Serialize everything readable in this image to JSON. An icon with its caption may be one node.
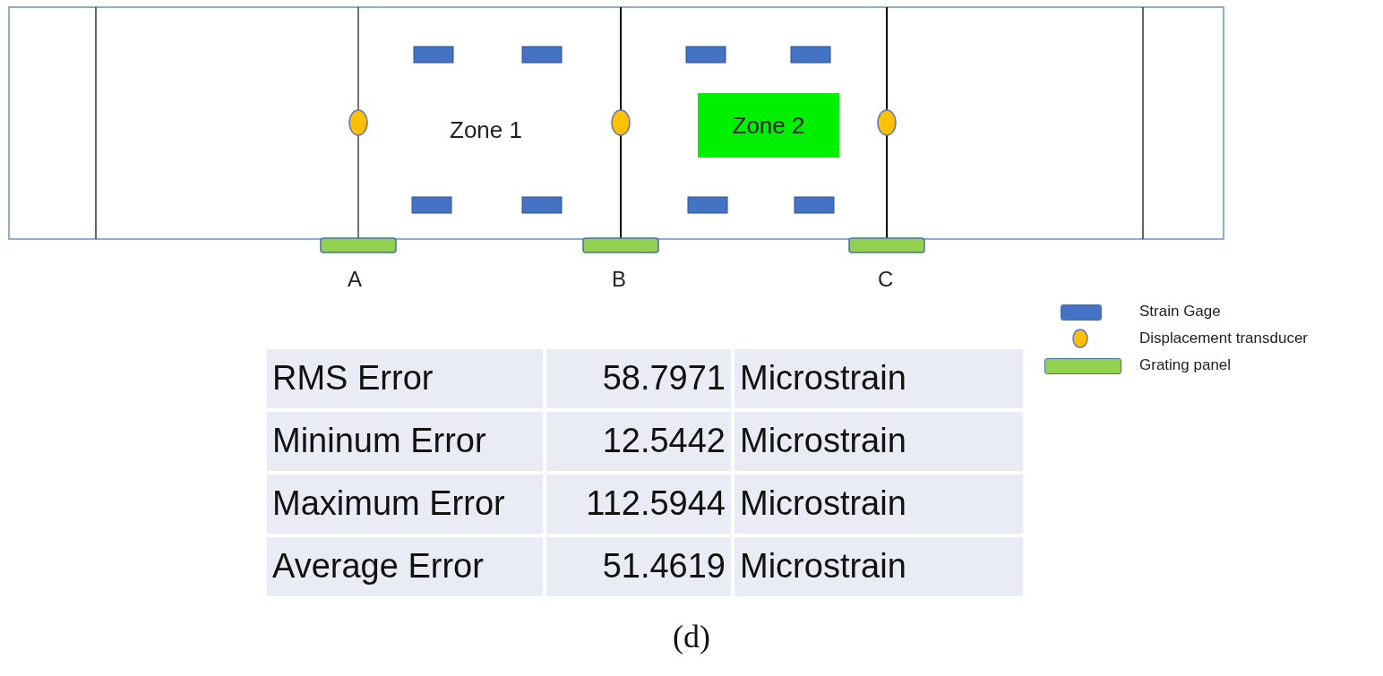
{
  "diagram": {
    "caption": "(d)",
    "nodes": [
      {
        "text": [
          "Zone 2"
        ]
      }
    ],
    "edges": [],
    "labels": [
      "Zone 1",
      "A",
      "B",
      "C",
      "RMS Error",
      "58.7971",
      "Microstrain",
      "Mininum Error",
      "12.5442",
      "Microstrain",
      "Maximum Error",
      "112.5944",
      "Microstrain",
      "Average Error",
      "51.4619",
      "Microstrain"
    ],
    "legend": [
      {
        "text": "Strain Gage",
        "color": "#4472c4"
      },
      {
        "text": "Displacement transducer"
      },
      {
        "text": "Grating panel",
        "color": "#92d050"
      }
    ]
  }
}
